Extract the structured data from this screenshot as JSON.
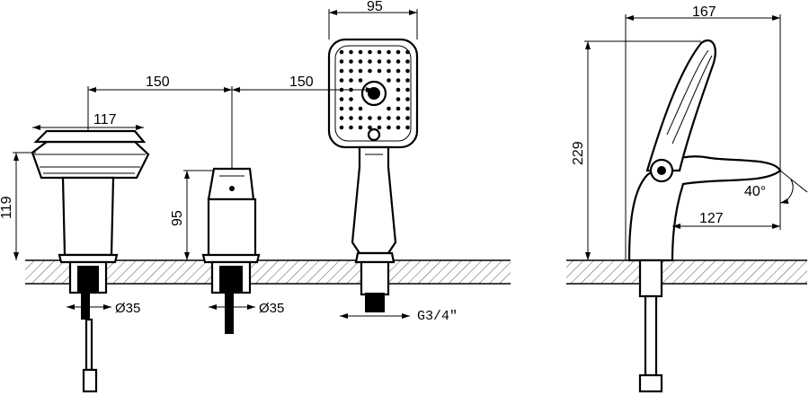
{
  "dimensions": {
    "spray_width": "95",
    "side_length": "167",
    "spacing_left": "150",
    "spacing_right": "150",
    "base_width": "117",
    "base_height": "119",
    "valve_height": "95",
    "total_height": "229",
    "spout_reach": "127",
    "angle": "40°",
    "hole_dia_1": "Ø35",
    "hole_dia_2": "Ø35",
    "thread": "G3/4\""
  }
}
